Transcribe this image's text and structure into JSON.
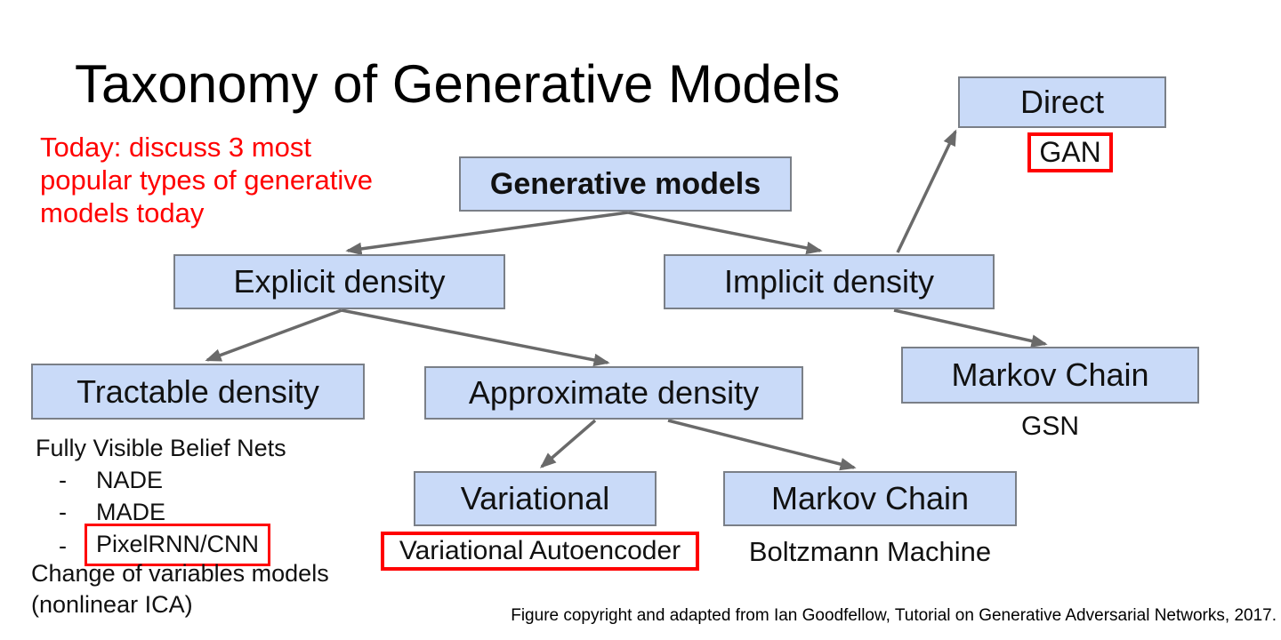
{
  "slide": {
    "title": "Taxonomy of Generative Models",
    "note_lines": [
      "Today: discuss 3 most",
      "popular types of generative",
      "models today"
    ],
    "footer": "Figure copyright and adapted from Ian Goodfellow, Tutorial on Generative Adversarial Networks, 2017."
  },
  "tree": {
    "root": "Generative models",
    "direct": "Direct",
    "direct_tag": "GAN",
    "explicit": "Explicit density",
    "implicit": "Implicit density",
    "tractable": "Tractable density",
    "approximate": "Approximate density",
    "markov_gsn": "Markov Chain",
    "markov_gsn_tag": "GSN",
    "variational": "Variational",
    "variational_tag": "Variational Autoencoder",
    "markov_bm": "Markov Chain",
    "markov_bm_tag": "Boltzmann Machine"
  },
  "tractable_notes": {
    "heading": "Fully Visible Belief Nets",
    "bullet": "-",
    "items": [
      "NADE",
      "MADE",
      "PixelRNN/CNN"
    ],
    "extra": [
      "Change of variables models",
      "(nonlinear ICA)"
    ]
  },
  "colors": {
    "node_fill": "#c9daf8",
    "node_border": "#7a7f87",
    "arrow": "#6a6a6a",
    "highlight": "#ff0000",
    "note_text": "#ff0000"
  }
}
